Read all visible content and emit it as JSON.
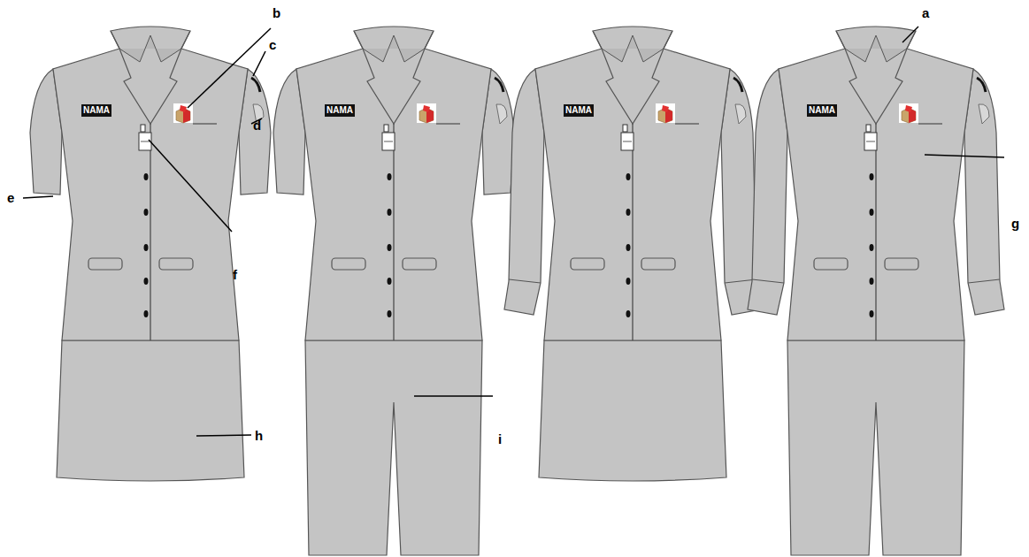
{
  "diagram": {
    "nodes": [
      {
        "text": [
          "NAMA"
        ]
      },
      {
        "text": [
          "NAMA"
        ]
      },
      {
        "text": [
          "NAMA"
        ]
      },
      {
        "text": [
          "NAMA"
        ]
      }
    ],
    "labels": [
      "a",
      "b",
      "c",
      "d",
      "e",
      "f",
      "g",
      "h",
      "i"
    ]
  }
}
